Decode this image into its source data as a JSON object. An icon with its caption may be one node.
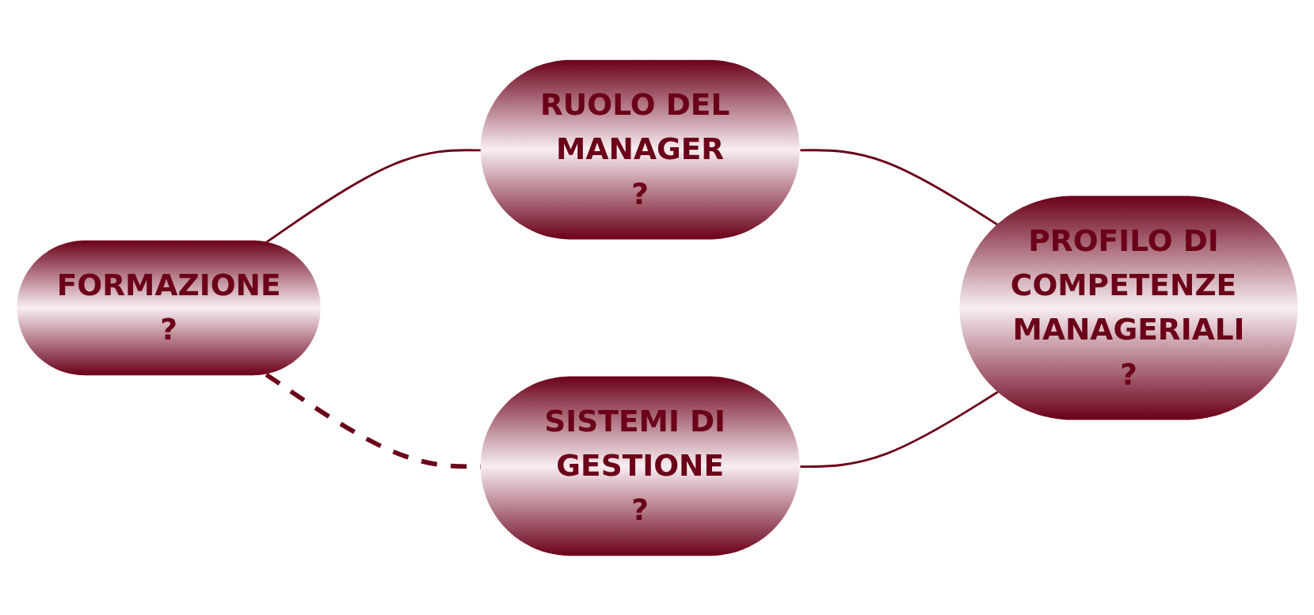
{
  "diagram": {
    "nodes": [
      {
        "text": [
          "RUOLO DEL MANAGER",
          "?"
        ]
      },
      {
        "text": [
          "FORMAZIONE",
          "?"
        ]
      },
      {
        "text": [
          "PROFILO DI COMPETENZE MANAGERIALI",
          "?"
        ]
      },
      {
        "text": [
          "SISTEMI DI GESTIONE",
          "?"
        ]
      }
    ],
    "edges": [
      {
        "from": 1,
        "to": 0,
        "arrow": "none"
      },
      {
        "from": 0,
        "to": 2,
        "arrow": "none"
      },
      {
        "from": 3,
        "to": 2,
        "arrow": "none"
      },
      {
        "from": 1,
        "to": 3,
        "arrow": "none",
        "style": "dashed"
      }
    ]
  }
}
